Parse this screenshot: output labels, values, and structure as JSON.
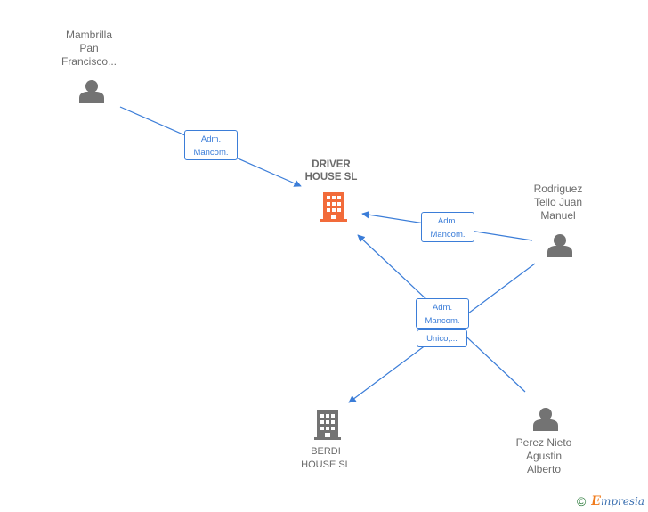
{
  "colors": {
    "edge": "#3b7dd8",
    "person": "#737373",
    "company_main": "#f26b3a",
    "company": "#737373"
  },
  "nodes": {
    "mambrilla": {
      "label": "Mambrilla\nPan\nFrancisco...",
      "icon": "person-icon"
    },
    "driver": {
      "label": "DRIVER\nHOUSE  SL",
      "icon": "building-icon"
    },
    "rodriguez": {
      "label": "Rodriguez\nTello Juan\nManuel",
      "icon": "person-icon"
    },
    "berdi": {
      "label": "BERDI\nHOUSE SL",
      "icon": "building-icon"
    },
    "perez": {
      "label": "Perez Nieto\nAgustin\nAlberto",
      "icon": "person-icon"
    }
  },
  "edges": {
    "mambrilla_driver": {
      "label": "Adm.\nMancom."
    },
    "rodriguez_driver": {
      "label": "Adm.\nMancom."
    },
    "perez_driver": {
      "label": "Adm.\nMancom."
    },
    "rodriguez_berdi": {
      "label": "Unico,..."
    }
  },
  "footer": {
    "copyright": "©",
    "brand_first": "E",
    "brand_rest": "mpresia"
  }
}
